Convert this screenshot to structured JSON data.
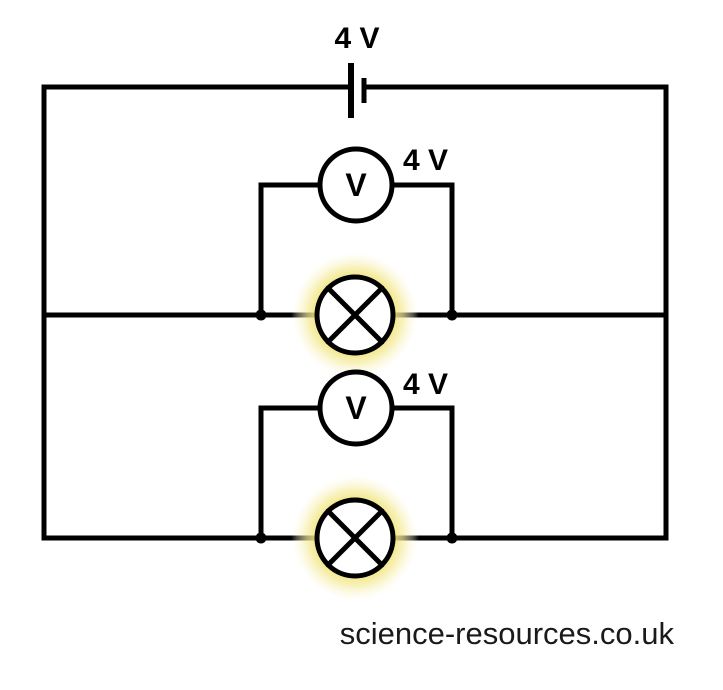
{
  "page": {
    "background_color": "#ffffff"
  },
  "circuit": {
    "type": "parallel-circuit-diagram",
    "wire_color": "#000000",
    "glow_color": "#efe069",
    "battery": {
      "voltage_label": "4 V"
    },
    "branches": [
      {
        "voltmeter": {
          "reading_label": "4 V",
          "symbol": "V"
        },
        "lamp": {
          "state": "lit"
        }
      },
      {
        "voltmeter": {
          "reading_label": "4 V",
          "symbol": "V"
        },
        "lamp": {
          "state": "lit"
        }
      }
    ]
  },
  "footer": {
    "watermark": "science-resources.co.uk"
  }
}
